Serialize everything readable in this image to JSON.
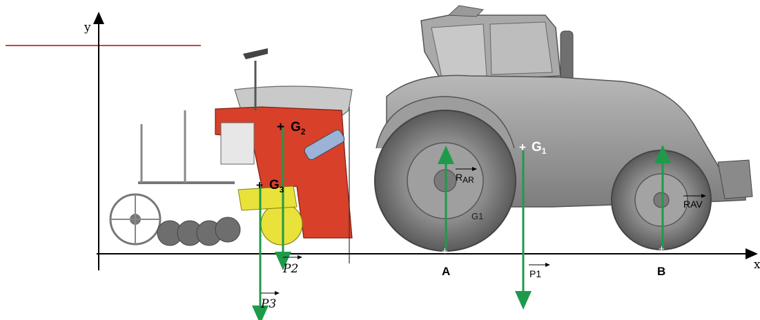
{
  "axes": {
    "y_label": "y",
    "x_label": "x"
  },
  "points": {
    "A": "A",
    "B": "B"
  },
  "centers": {
    "g1": {
      "main": "G",
      "sub": "1"
    },
    "g2": {
      "main": "G",
      "sub": "2"
    },
    "g3": {
      "main": "G",
      "sub": "3"
    }
  },
  "forces": {
    "r_ar": {
      "main": "R",
      "sub": "AR"
    },
    "rav": "RAV",
    "p1": "P1",
    "p2": "P2",
    "p3": "P3"
  },
  "labels": {
    "wheel_g1": "G1"
  },
  "colors": {
    "arrow": "#1f9a4a",
    "reference_line": "#c00000",
    "seeder_red": "#d8402a",
    "seeder_yellow": "#e8e23a",
    "tractor_gray": "#8c8c8c"
  }
}
